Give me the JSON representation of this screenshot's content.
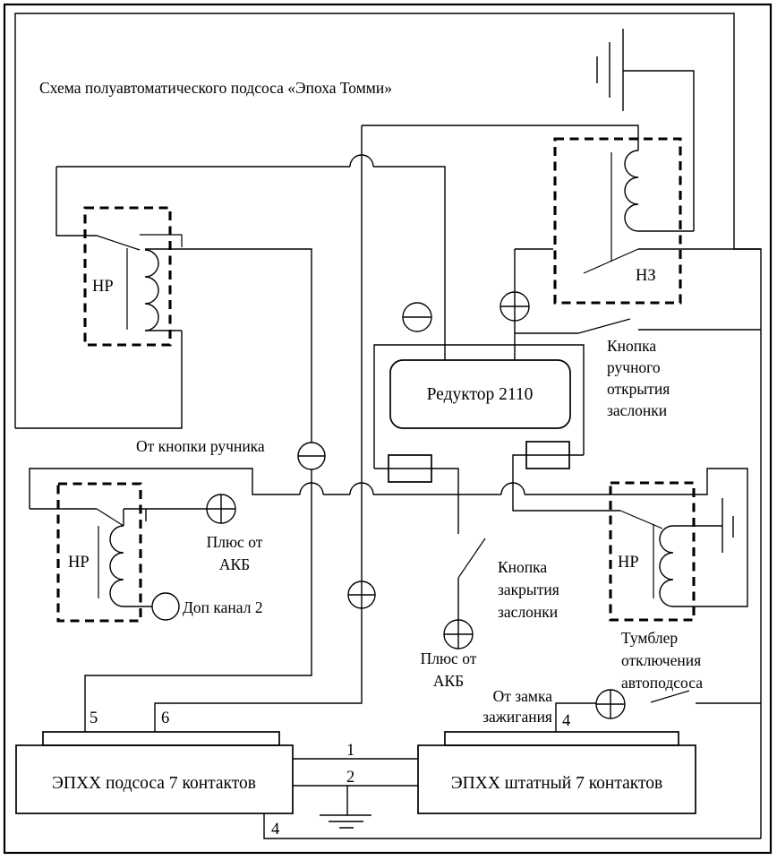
{
  "title": "Схема полуавтоматического подсоса «Эпоха Томми»",
  "colors": {
    "line": "#000000",
    "background": "#ffffff"
  },
  "relays": {
    "upper_left": {
      "label": "НР"
    },
    "top_right": {
      "label": "НЗ"
    },
    "lower_left": {
      "label": "НР"
    },
    "right": {
      "label": "НР"
    }
  },
  "reducer": {
    "label": "Редуктор 2110"
  },
  "labels": {
    "handbrake": "От кнопки ручника",
    "plus_akb_left": {
      "lines": [
        "Плюс от",
        "АКБ"
      ]
    },
    "extra_channel": "Доп канал 2",
    "manual_open": {
      "lines": [
        "Кнопка",
        "ручного",
        "открытия",
        "заслонки"
      ]
    },
    "close_button": {
      "lines": [
        "Кнопка",
        "закрытия",
        "заслонки"
      ]
    },
    "plus_akb_center": {
      "lines": [
        "Плюс от",
        "АКБ"
      ]
    },
    "ignition": {
      "lines": [
        "От замка",
        "зажигания"
      ]
    },
    "tumbler": {
      "lines": [
        "Тумблер",
        "отключения",
        "автоподсоса"
      ]
    }
  },
  "blocks": {
    "left": "ЭПХХ подсоса 7 контактов",
    "right": "ЭПХХ штатный 7 контактов"
  },
  "pins": {
    "p5": "5",
    "p6": "6",
    "p1": "1",
    "p2": "2",
    "p4_left": "4",
    "p4_right": "4"
  }
}
